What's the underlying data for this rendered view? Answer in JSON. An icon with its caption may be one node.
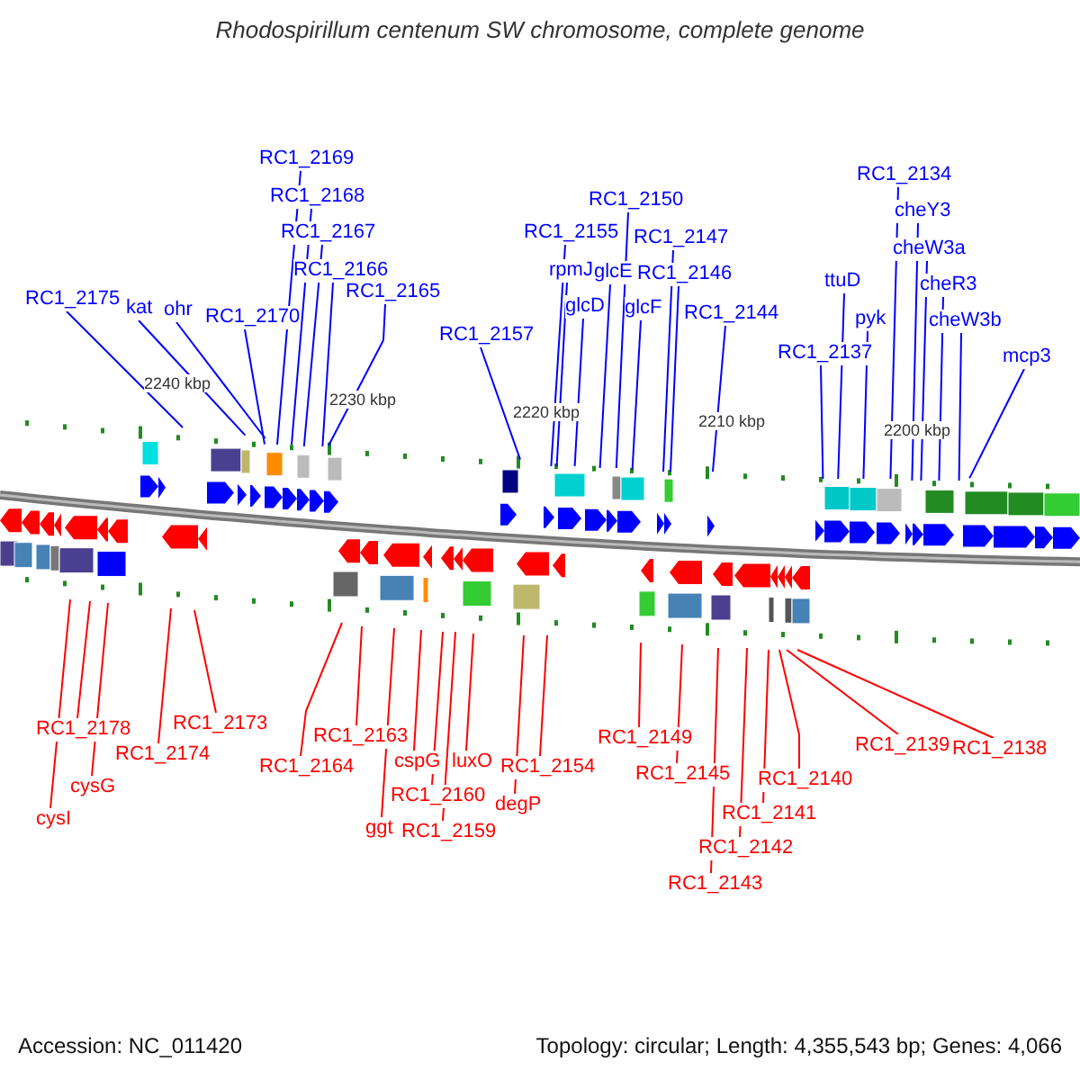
{
  "diagram": {
    "title": "Rhodospirillum centenum SW chromosome, complete genome",
    "nodes": [
      {
        "text": [
          "RC1_2175"
        ]
      },
      {
        "text": [
          "kat"
        ]
      },
      {
        "text": [
          "ohr"
        ]
      },
      {
        "text": [
          "RC1_2170"
        ]
      },
      {
        "text": [
          "RC1_2169"
        ]
      },
      {
        "text": [
          "RC1_2168"
        ]
      },
      {
        "text": [
          "RC1_2167"
        ]
      },
      {
        "text": [
          "RC1_2166"
        ]
      },
      {
        "text": [
          "RC1_2165"
        ]
      },
      {
        "text": [
          "RC1_2157"
        ]
      },
      {
        "text": [
          "RC1_2155"
        ]
      },
      {
        "text": [
          "rpmJ"
        ]
      },
      {
        "text": [
          "glcD"
        ]
      },
      {
        "text": [
          "glcE"
        ]
      },
      {
        "text": [
          "RC1_2150"
        ]
      },
      {
        "text": [
          "glcF"
        ]
      },
      {
        "text": [
          "RC1_2147"
        ]
      },
      {
        "text": [
          "RC1_2146"
        ]
      },
      {
        "text": [
          "RC1_2144"
        ]
      },
      {
        "text": [
          "RC1_2137"
        ]
      },
      {
        "text": [
          "ttuD"
        ]
      },
      {
        "text": [
          "pyk"
        ]
      },
      {
        "text": [
          "RC1_2134"
        ]
      },
      {
        "text": [
          "cheY3"
        ]
      },
      {
        "text": [
          "cheW3a"
        ]
      },
      {
        "text": [
          "cheR3"
        ]
      },
      {
        "text": [
          "cheW3b"
        ]
      },
      {
        "text": [
          "mcp3"
        ]
      },
      {
        "text": [
          "RC1_2178"
        ]
      },
      {
        "text": [
          "cysI"
        ]
      },
      {
        "text": [
          "cysG"
        ]
      },
      {
        "text": [
          "RC1_2174"
        ]
      },
      {
        "text": [
          "RC1_2173"
        ]
      },
      {
        "text": [
          "RC1_2164"
        ]
      },
      {
        "text": [
          "RC1_2163"
        ]
      },
      {
        "text": [
          "ggt"
        ]
      },
      {
        "text": [
          "cspG"
        ]
      },
      {
        "text": [
          "RC1_2160"
        ]
      },
      {
        "text": [
          "RC1_2159"
        ]
      },
      {
        "text": [
          "luxO"
        ]
      },
      {
        "text": [
          "degP"
        ]
      },
      {
        "text": [
          "RC1_2154"
        ]
      },
      {
        "text": [
          "RC1_2149"
        ]
      },
      {
        "text": [
          "RC1_2145"
        ]
      },
      {
        "text": [
          "RC1_2143"
        ]
      },
      {
        "text": [
          "RC1_2142"
        ]
      },
      {
        "text": [
          "RC1_2141"
        ]
      },
      {
        "text": [
          "RC1_2140"
        ]
      },
      {
        "text": [
          "RC1_2139"
        ]
      },
      {
        "text": [
          "RC1_2138"
        ]
      }
    ],
    "edges": [
      {
        "from": 0,
        "to": null,
        "arrow": "none"
      },
      {
        "from": 1,
        "to": null,
        "arrow": "none"
      },
      {
        "from": 2,
        "to": null,
        "arrow": "none"
      },
      {
        "from": 3,
        "to": null,
        "arrow": "none"
      },
      {
        "from": 4,
        "to": null,
        "arrow": "none"
      },
      {
        "from": 5,
        "to": null,
        "arrow": "none"
      },
      {
        "from": 6,
        "to": null,
        "arrow": "none"
      },
      {
        "from": 7,
        "to": null,
        "arrow": "none"
      },
      {
        "from": 8,
        "to": null,
        "arrow": "none"
      },
      {
        "from": 9,
        "to": null,
        "arrow": "none"
      },
      {
        "from": 10,
        "to": null,
        "arrow": "none"
      },
      {
        "from": 11,
        "to": null,
        "arrow": "none"
      },
      {
        "from": 12,
        "to": null,
        "arrow": "none"
      },
      {
        "from": 13,
        "to": null,
        "arrow": "none"
      },
      {
        "from": 14,
        "to": null,
        "arrow": "none"
      },
      {
        "from": 15,
        "to": null,
        "arrow": "none"
      },
      {
        "from": 16,
        "to": null,
        "arrow": "none"
      },
      {
        "from": 17,
        "to": null,
        "arrow": "none"
      },
      {
        "from": 18,
        "to": null,
        "arrow": "none"
      },
      {
        "from": 19,
        "to": null,
        "arrow": "none"
      },
      {
        "from": 20,
        "to": null,
        "arrow": "none"
      },
      {
        "from": 21,
        "to": null,
        "arrow": "none"
      },
      {
        "from": 22,
        "to": null,
        "arrow": "none"
      },
      {
        "from": 23,
        "to": null,
        "arrow": "none"
      },
      {
        "from": 24,
        "to": null,
        "arrow": "none"
      },
      {
        "from": 25,
        "to": null,
        "arrow": "none"
      },
      {
        "from": 26,
        "to": null,
        "arrow": "none"
      },
      {
        "from": 27,
        "to": null,
        "arrow": "none"
      },
      {
        "from": 28,
        "to": null,
        "arrow": "none",
        "color": "#ff0000"
      },
      {
        "from": 29,
        "to": null,
        "arrow": "none",
        "color": "#ff0000"
      },
      {
        "from": 30,
        "to": null,
        "arrow": "none",
        "color": "#ff0000"
      },
      {
        "from": 31,
        "to": null,
        "arrow": "none",
        "color": "#ff0000"
      },
      {
        "from": 32,
        "to": null,
        "arrow": "none",
        "color": "#ff0000"
      },
      {
        "from": 33,
        "to": null,
        "arrow": "none",
        "color": "#ff0000"
      },
      {
        "from": 34,
        "to": null,
        "arrow": "none",
        "color": "#ff0000"
      },
      {
        "from": 35,
        "to": null,
        "arrow": "none",
        "color": "#ff0000"
      },
      {
        "from": 36,
        "to": null,
        "arrow": "none",
        "color": "#ff0000"
      },
      {
        "from": 37,
        "to": null,
        "arrow": "none",
        "color": "#ff0000"
      },
      {
        "from": 38,
        "to": null,
        "arrow": "none",
        "color": "#ff0000"
      },
      {
        "from": 39,
        "to": null,
        "arrow": "none",
        "color": "#ff0000"
      },
      {
        "from": 40,
        "to": null,
        "arrow": "none",
        "color": "#ff0000"
      },
      {
        "from": 41,
        "to": null,
        "arrow": "none",
        "color": "#ff0000"
      },
      {
        "from": 42,
        "to": null,
        "arrow": "none",
        "color": "#ff0000"
      },
      {
        "from": 43,
        "to": null,
        "arrow": "none",
        "color": "#ff0000"
      },
      {
        "from": 44,
        "to": null,
        "arrow": "none",
        "color": "#ff0000"
      },
      {
        "from": 45,
        "to": null,
        "arrow": "none",
        "color": "#ff0000"
      },
      {
        "from": 46,
        "to": null,
        "arrow": "none",
        "color": "#ff0000"
      },
      {
        "from": 47,
        "to": null,
        "arrow": "none",
        "color": "#ff0000"
      },
      {
        "from": 48,
        "to": null,
        "arrow": "none",
        "color": "#ff0000"
      },
      {
        "from": 49,
        "to": null,
        "arrow": "none",
        "color": "#ff0000"
      }
    ],
    "labels": [
      "2240 kbp",
      "2230 kbp",
      "2220 kbp",
      "2210 kbp",
      "2200 kbp",
      "Accession: NC_011420",
      "Topology: circular; Length: 4,355,543 bp; Genes: 4,066"
    ]
  }
}
